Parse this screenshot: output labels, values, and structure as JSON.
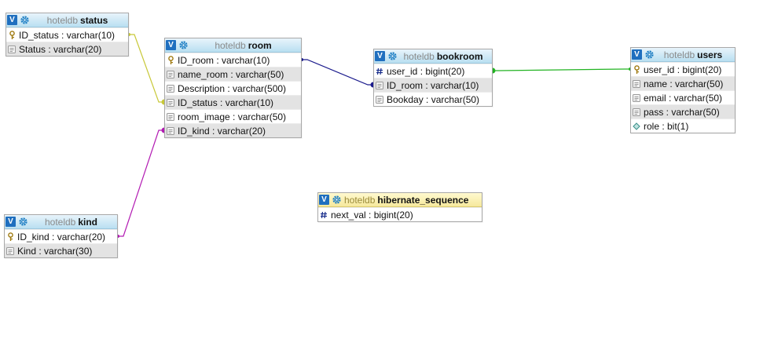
{
  "tables": [
    {
      "id": "status",
      "db": "hoteldb",
      "name": "status",
      "color": "blue",
      "columns": [
        {
          "text": "ID_status : varchar(10)",
          "icon": "key-icon"
        },
        {
          "text": "Status : varchar(20)",
          "icon": "text-field-icon"
        }
      ]
    },
    {
      "id": "room",
      "db": "hoteldb",
      "name": "room",
      "color": "blue",
      "columns": [
        {
          "text": "ID_room : varchar(10)",
          "icon": "key-icon"
        },
        {
          "text": "name_room : varchar(50)",
          "icon": "text-field-icon"
        },
        {
          "text": "Description : varchar(500)",
          "icon": "text-field-icon"
        },
        {
          "text": "ID_status : varchar(10)",
          "icon": "text-field-icon"
        },
        {
          "text": "room_image : varchar(50)",
          "icon": "text-field-icon"
        },
        {
          "text": "ID_kind : varchar(20)",
          "icon": "text-field-icon"
        }
      ]
    },
    {
      "id": "bookroom",
      "db": "hoteldb",
      "name": "bookroom",
      "color": "blue",
      "columns": [
        {
          "text": "user_id : bigint(20)",
          "icon": "hash-icon"
        },
        {
          "text": "ID_room : varchar(10)",
          "icon": "text-field-icon"
        },
        {
          "text": "Bookday : varchar(50)",
          "icon": "text-field-icon"
        }
      ]
    },
    {
      "id": "users",
      "db": "hoteldb",
      "name": "users",
      "color": "blue",
      "columns": [
        {
          "text": "user_id : bigint(20)",
          "icon": "key-icon"
        },
        {
          "text": "name : varchar(50)",
          "icon": "text-field-icon"
        },
        {
          "text": "email : varchar(50)",
          "icon": "text-field-icon"
        },
        {
          "text": "pass : varchar(50)",
          "icon": "text-field-icon"
        },
        {
          "text": "role : bit(1)",
          "icon": "diamond-icon"
        }
      ]
    },
    {
      "id": "kind",
      "db": "hoteldb",
      "name": "kind",
      "color": "blue",
      "columns": [
        {
          "text": "ID_kind : varchar(20)",
          "icon": "key-icon"
        },
        {
          "text": "Kind : varchar(30)",
          "icon": "text-field-icon"
        }
      ]
    },
    {
      "id": "hibernate_sequence",
      "db": "hoteldb",
      "name": "hibernate_sequence",
      "color": "yellow",
      "columns": [
        {
          "text": "next_val : bigint(20)",
          "icon": "hash-icon"
        }
      ]
    }
  ],
  "relations": [
    {
      "from": "status.ID_status",
      "to": "room.ID_status",
      "color": "#c8c838"
    },
    {
      "from": "kind.ID_kind",
      "to": "room.ID_kind",
      "color": "#b21ab2"
    },
    {
      "from": "room.ID_room",
      "to": "bookroom.ID_room",
      "color": "#1a1a8c"
    },
    {
      "from": "users.user_id",
      "to": "bookroom.user_id",
      "color": "#22b322"
    }
  ],
  "toggle_label": "V"
}
